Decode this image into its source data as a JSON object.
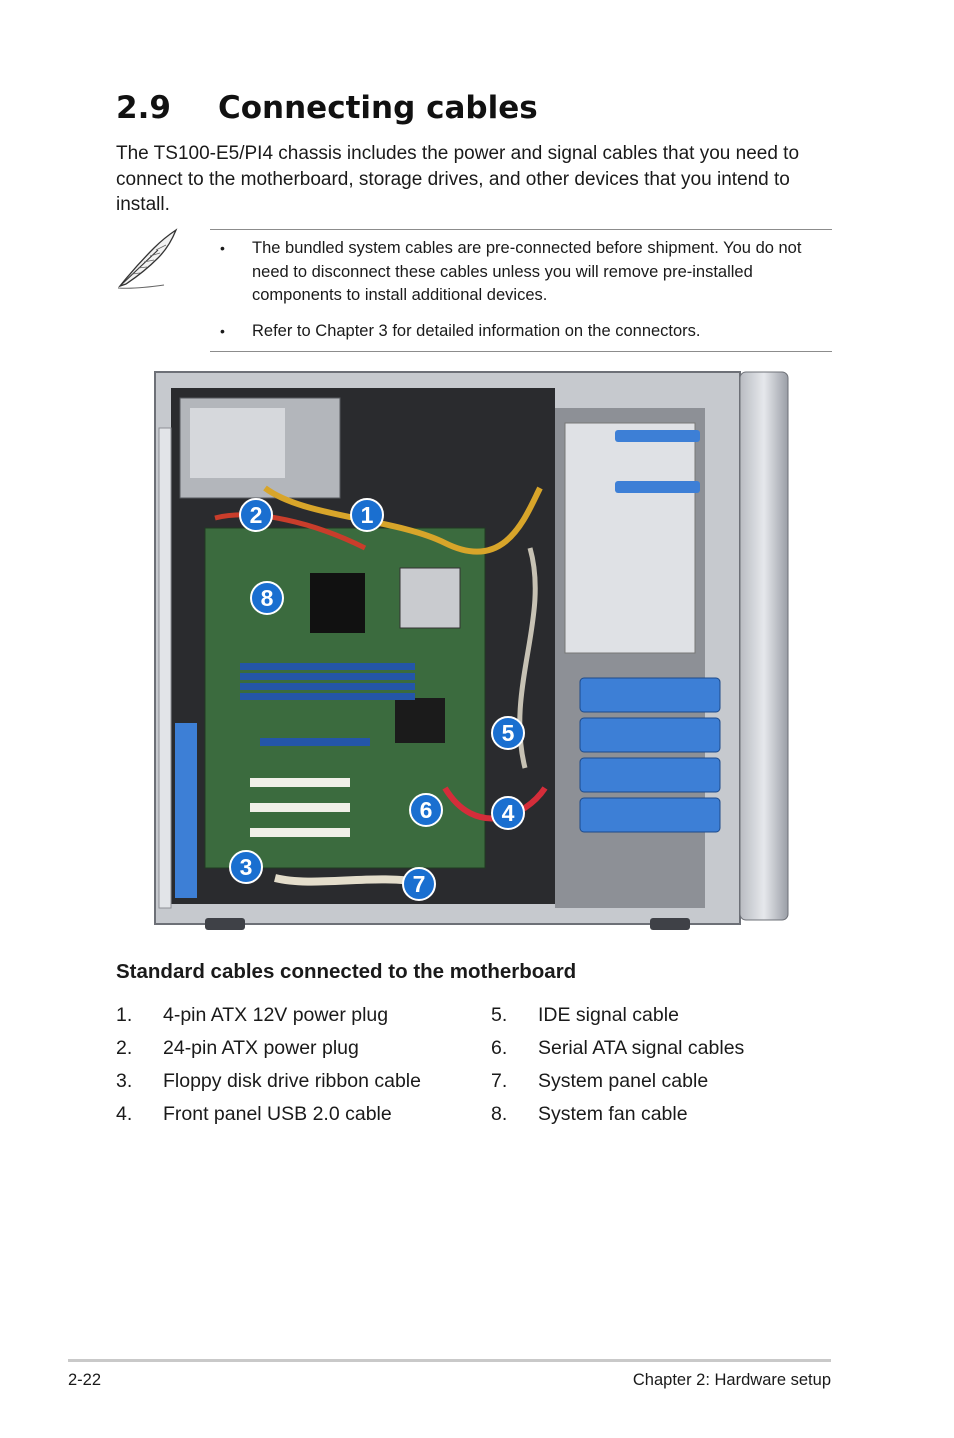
{
  "heading": {
    "number": "2.9",
    "title": "Connecting cables"
  },
  "intro": "The TS100-E5/PI4 chassis includes the power and signal cables that you need to connect to the motherboard, storage drives, and other devices that you intend to install.",
  "note": {
    "icon": "feather-pen-icon",
    "items": [
      "The bundled system cables are pre-connected before shipment. You do not need to disconnect these cables unless you will remove pre-installed components to install additional devices.",
      "Refer to Chapter 3 for detailed information on the connectors."
    ]
  },
  "figure": {
    "callouts": [
      "1",
      "2",
      "3",
      "4",
      "5",
      "6",
      "7",
      "8"
    ],
    "callout_color": "#1a6fd0"
  },
  "list": {
    "heading": "Standard cables connected to the motherboard",
    "left": [
      {
        "n": "1.",
        "t": "4-pin ATX 12V power plug"
      },
      {
        "n": "2.",
        "t": "24-pin ATX power plug"
      },
      {
        "n": "3.",
        "t": "Floppy disk drive ribbon cable"
      },
      {
        "n": "4.",
        "t": "Front panel USB 2.0 cable"
      }
    ],
    "right": [
      {
        "n": "5.",
        "t": "IDE signal cable"
      },
      {
        "n": "6.",
        "t": "Serial ATA signal cables"
      },
      {
        "n": "7.",
        "t": "System panel cable"
      },
      {
        "n": "8.",
        "t": "System fan cable"
      }
    ]
  },
  "footer": {
    "page": "2-22",
    "chapter": "Chapter 2:  Hardware setup"
  }
}
